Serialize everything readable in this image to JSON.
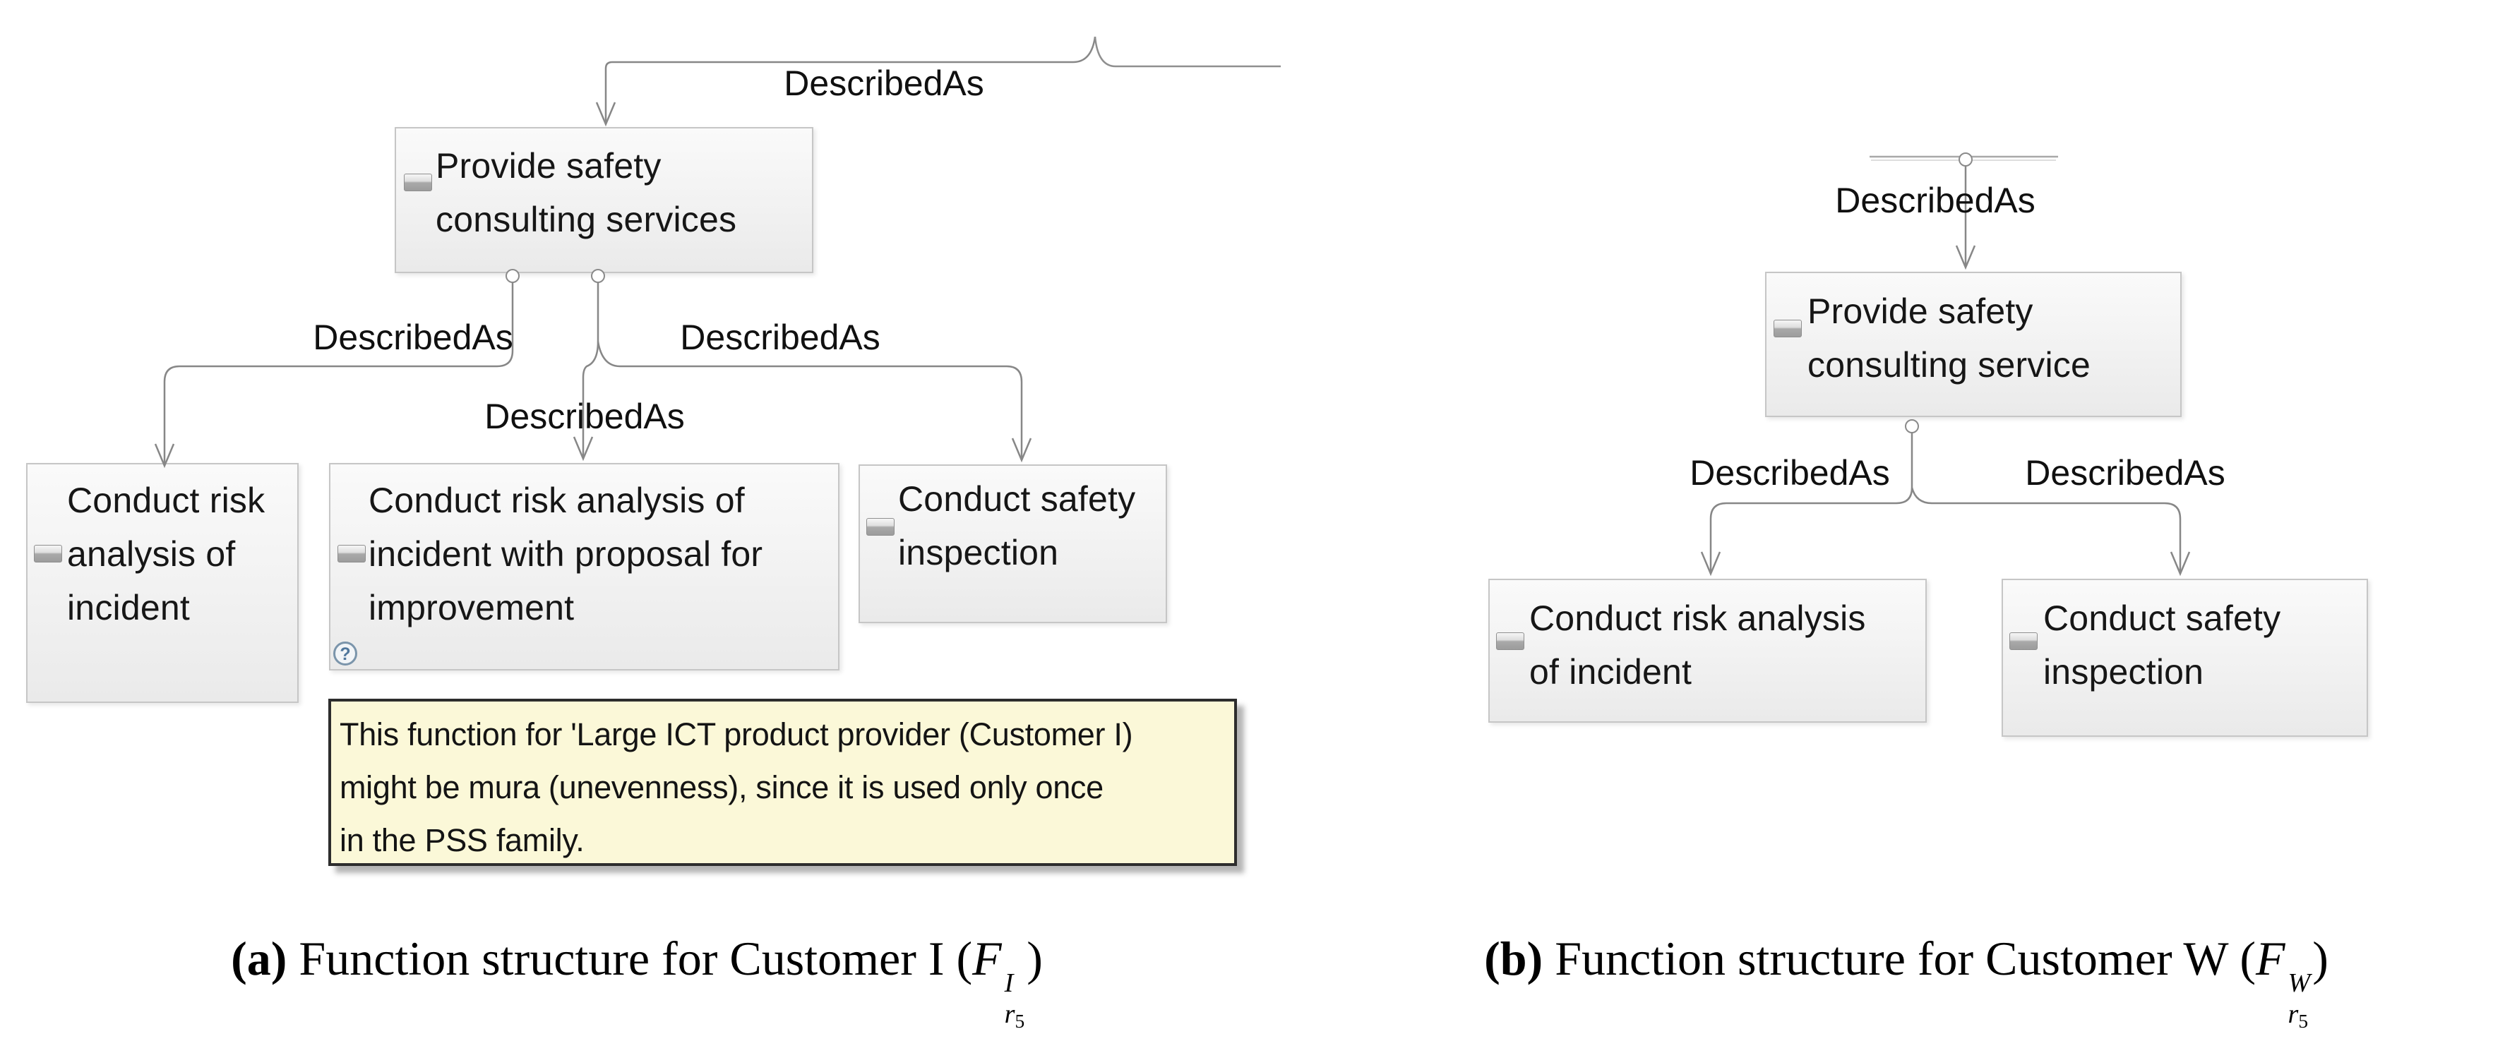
{
  "colors": {
    "box_fill_top": "#fafafa",
    "box_fill_bottom": "#eaeaea",
    "box_border": "#c6c6c6",
    "connector": "#878787",
    "text": "#161616",
    "tooltip_bg": "#fbf8d8",
    "tooltip_border": "#2d2d2d",
    "help_icon_blue": "#7b95ab"
  },
  "icons": {
    "help_glyph": "?"
  },
  "panel_a": {
    "edge_labels": {
      "incoming": "DescribedAs",
      "left": "DescribedAs",
      "middle": "DescribedAs",
      "right": "DescribedAs"
    },
    "parent_box": {
      "lines": [
        "Provide safety",
        "consulting services"
      ]
    },
    "child_boxes": [
      {
        "lines": [
          "Conduct risk",
          "analysis of",
          "incident"
        ]
      },
      {
        "lines": [
          "Conduct risk analysis of",
          "incident with proposal for",
          "improvement"
        ]
      },
      {
        "lines": [
          "Conduct safety",
          "inspection"
        ]
      }
    ],
    "tooltip": {
      "lines": [
        "This function for 'Large ICT product provider (Customer I)",
        "might be mura (unevenness), since it is used only once",
        "in the PSS family."
      ]
    },
    "caption": {
      "tag": "(a)",
      "text": "Function structure for Customer I (",
      "symbol": "F",
      "superscript": "I",
      "subscript_base": "r",
      "subscript_index": "5",
      "closing": ")"
    }
  },
  "panel_b": {
    "edge_labels": {
      "incoming": "DescribedAs",
      "left": "DescribedAs",
      "right": "DescribedAs"
    },
    "parent_box": {
      "lines": [
        "Provide safety",
        "consulting service"
      ]
    },
    "child_boxes": [
      {
        "lines": [
          "Conduct risk analysis",
          "of incident"
        ]
      },
      {
        "lines": [
          "Conduct safety",
          "inspection"
        ]
      }
    ],
    "caption": {
      "tag": "(b)",
      "text": "Function structure for Customer W (",
      "symbol": "F",
      "superscript": "W",
      "subscript_base": "r",
      "subscript_index": "5",
      "closing": ")"
    }
  }
}
